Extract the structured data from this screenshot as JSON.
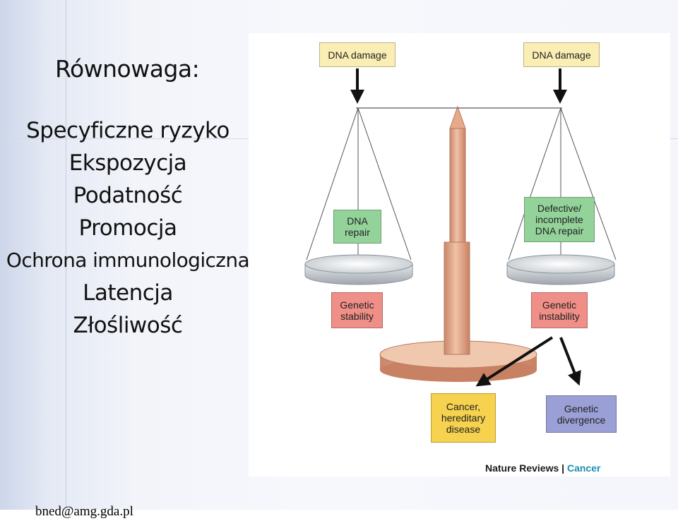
{
  "slide": {
    "heading": "Równowaga:",
    "items": [
      "Specyficzne ryzyko",
      "Ekspozycja",
      "Podatność",
      "Promocja",
      "Ochrona immunologiczna",
      "Latencja",
      "Złośliwość"
    ],
    "footer": "bned@amg.gda.pl"
  },
  "figure": {
    "left_input": "DNA damage",
    "right_input": "DNA damage",
    "left_pan_label": "DNA repair",
    "right_pan_label": "Defective/ incomplete DNA repair",
    "left_outcome": "Genetic stability",
    "right_outcome": "Genetic instability",
    "result_1": "Cancer, hereditary disease",
    "result_2": "Genetic divergence",
    "credit_journal": "Nature Reviews",
    "credit_separator": "|",
    "credit_section": "Cancer",
    "colors": {
      "input_box": "#faeeb4",
      "repair_box": "#93d39a",
      "outcome_box": "#ef8f87",
      "cancer_box": "#f7d24e",
      "divergence_box": "#9aa0d6",
      "scale_wood": "#e2a98a",
      "pan": "#c8ccd2",
      "credit_accent": "#1c8fb0"
    }
  }
}
